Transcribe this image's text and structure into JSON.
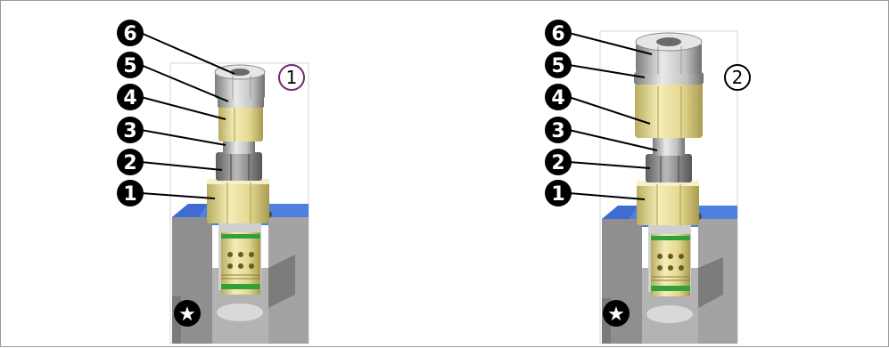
{
  "figure": {
    "left_variant_label": "1",
    "right_variant_label": "2",
    "star_symbol": "★",
    "callouts_left": [
      "6",
      "5",
      "4",
      "3",
      "2",
      "1"
    ],
    "callouts_right": [
      "6",
      "5",
      "4",
      "3",
      "2",
      "1"
    ]
  },
  "colors": {
    "block_gray": "#9d9d9d",
    "block_top_blue": "#4f7fe0",
    "brass": "#e8dfa0",
    "steel": "#c9c9c9",
    "seal_green": "#2fa33a",
    "callout_black": "#000000"
  }
}
